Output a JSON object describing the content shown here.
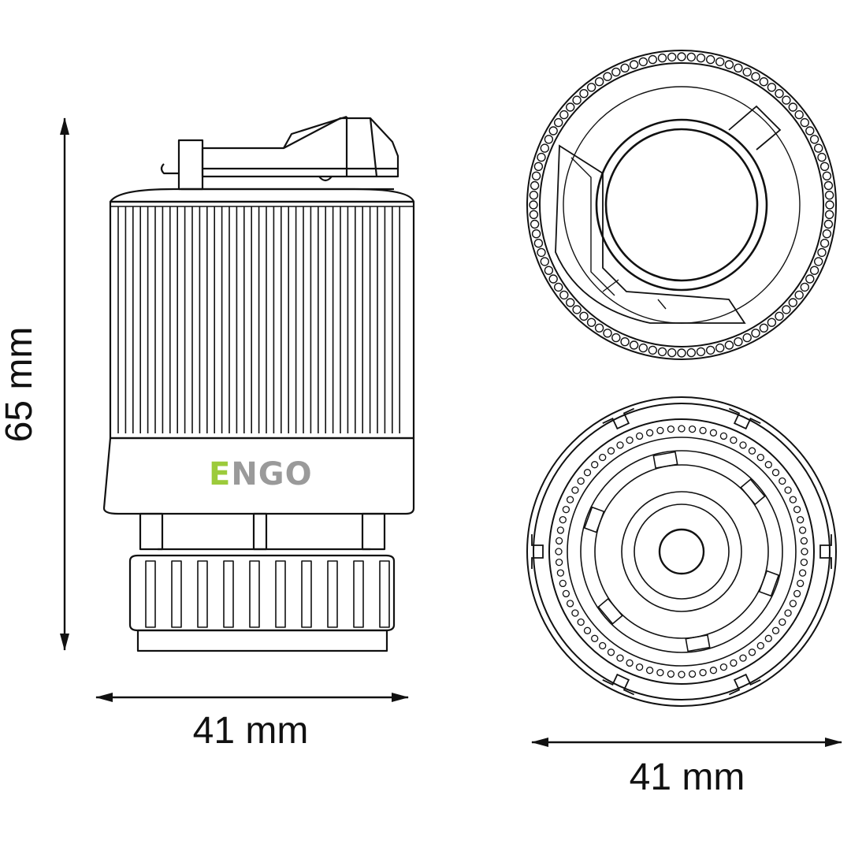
{
  "dimensions": {
    "height_label": "65 mm",
    "side_width_label": "41 mm",
    "top_width_label": "41 mm"
  },
  "brand": {
    "logo_text": "ENGO",
    "logo_first_letter": "E",
    "logo_rest": "NGO",
    "accent_color": "#9ccb3b",
    "logo_gray": "#9a9a9a"
  },
  "colors": {
    "line": "#111111",
    "background": "#ffffff"
  }
}
